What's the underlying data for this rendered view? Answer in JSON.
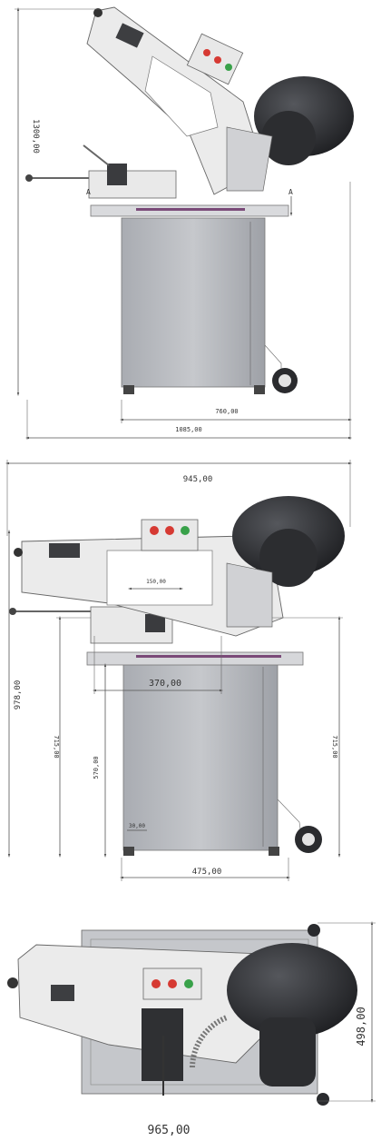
{
  "views": {
    "side": {
      "height_dim": "1300,00",
      "depth_dim": "760,00",
      "width_dim": "1085,00",
      "section_left": "A",
      "section_right": "A"
    },
    "front": {
      "width_dim": "945,00",
      "saw_width_dim": "150,00",
      "arm_dim": "370,00",
      "height_dim": "978,00",
      "table_height_left": "715,00",
      "lower_height_dim": "570,00",
      "table_height_right": "715,00",
      "small_dim": "30,00",
      "base_dim": "475,00"
    },
    "top": {
      "width_dim": "965,00",
      "depth_dim": "498,00"
    }
  },
  "colors": {
    "stand": "#b9bcc1",
    "table": "#d6d7da",
    "motor": "#2c2d30",
    "frame": "#e6e6e6",
    "button_red": "#d63a33",
    "button_green": "#38a149",
    "table_strip": "#7a4a78"
  },
  "icons": [
    "control-box",
    "motor-housing",
    "wheel-icon",
    "vise-icon"
  ]
}
